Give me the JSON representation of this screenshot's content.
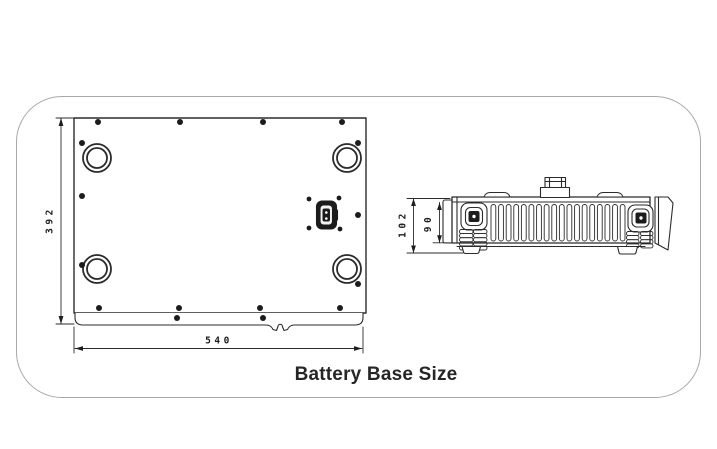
{
  "figure": {
    "caption": "Battery Base Size",
    "top_view": {
      "height_mm": "392",
      "width_mm": "540"
    },
    "side_view": {
      "overall_height_mm": "102",
      "body_height_mm": "90"
    },
    "colors": {
      "line": "#2b2b2b",
      "frame_border": "#a8a8a8",
      "background": "#ffffff",
      "connector_fill": "#1c1c1c"
    }
  }
}
